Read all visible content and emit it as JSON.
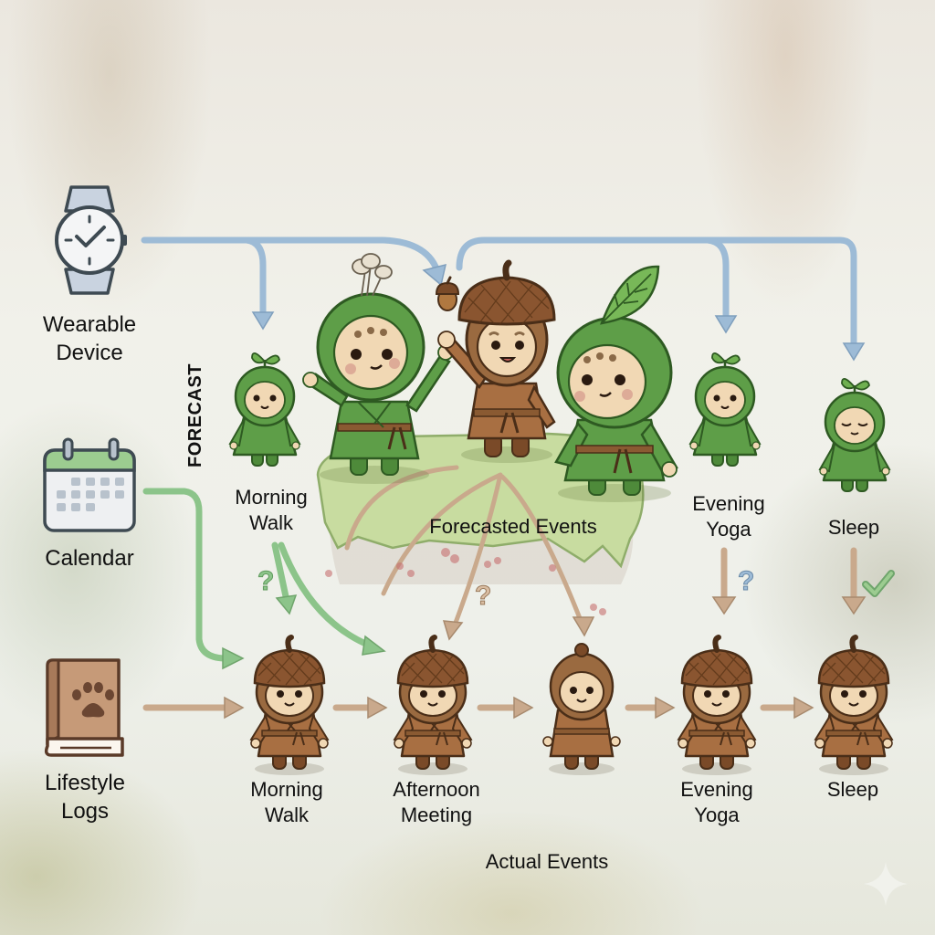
{
  "sources": [
    {
      "id": "wearable",
      "icon": "smartwatch-icon",
      "label_lines": [
        "Wearable",
        "Device"
      ],
      "arrow_color": "#9dbbd6"
    },
    {
      "id": "calendar",
      "icon": "calendar-icon",
      "label_lines": [
        "Calendar"
      ],
      "arrow_color": "#8cc48a"
    },
    {
      "id": "lifestyle",
      "icon": "paw-journal-icon",
      "label_lines": [
        "Lifestyle",
        "Logs"
      ],
      "arrow_color": "#c9a98c"
    }
  ],
  "forecast": {
    "section_label": "FORECAST",
    "group_label": "Forecasted Events",
    "events": [
      {
        "label_lines": [
          "Morning",
          "Walk"
        ],
        "character": "sprout-character"
      },
      {
        "label_lines": [
          "Evening",
          "Yoga"
        ],
        "character": "sprout-character"
      },
      {
        "label_lines": [
          "Sleep"
        ],
        "character": "sleeping-sprout-character"
      }
    ]
  },
  "actual": {
    "section_label": "Actual Events",
    "events": [
      {
        "label_lines": [
          "Morning",
          "Walk"
        ]
      },
      {
        "label_lines": [
          "Afternoon",
          "Meeting"
        ]
      },
      {
        "label_lines": []
      },
      {
        "label_lines": [
          "Evening",
          "Yoga"
        ]
      },
      {
        "label_lines": [
          "Sleep"
        ]
      }
    ]
  },
  "annotations": {
    "uncertain": "?",
    "confirmed": "✓"
  },
  "colors": {
    "blue_arrow": "#9dbbd6",
    "green_arrow": "#8cc48a",
    "brown_arrow": "#c9a98c",
    "green_robe": "#5e9e48",
    "brown_robe": "#9a6a40",
    "skin": "#f1d8b4",
    "outline": "#4a3320",
    "moss": "#c8dca0"
  }
}
